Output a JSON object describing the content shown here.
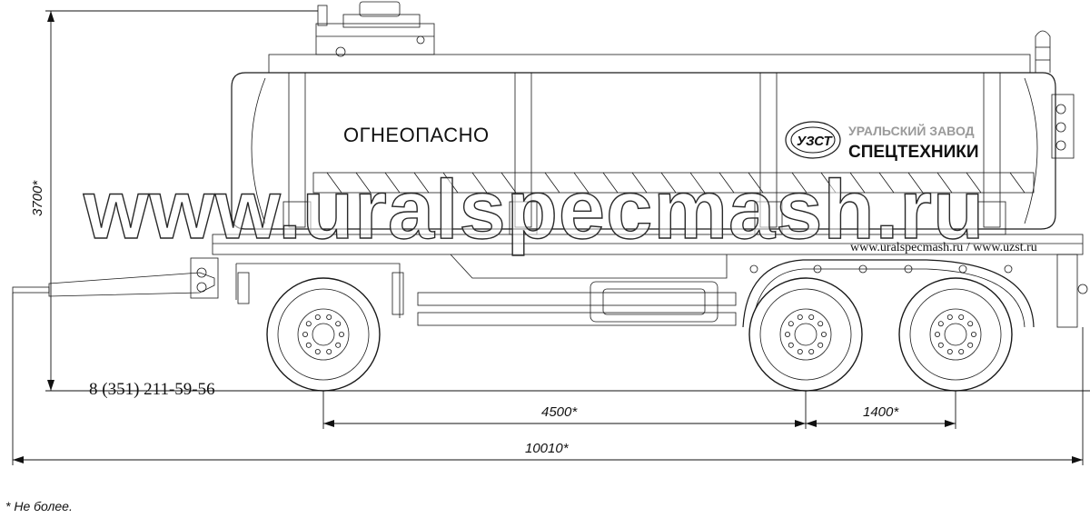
{
  "drawing": {
    "tank_sign": "ОГНЕОПАСНО",
    "logo": {
      "mark": "УЗСТ",
      "line1": "УРАЛЬСКИЙ ЗАВОД",
      "line2": "СПЕЦТЕХНИКИ"
    },
    "websites": "www.uralspecmash.ru / www.uzst.ru",
    "watermark": "www.uralspecmash.ru",
    "phone": "8 (351) 211-59-56",
    "dimensions": {
      "height": "3700*",
      "wheelbase": "4500*",
      "rear_axle_spacing": "1400*",
      "overall_length": "10010*"
    },
    "footnote": "* Не более."
  }
}
